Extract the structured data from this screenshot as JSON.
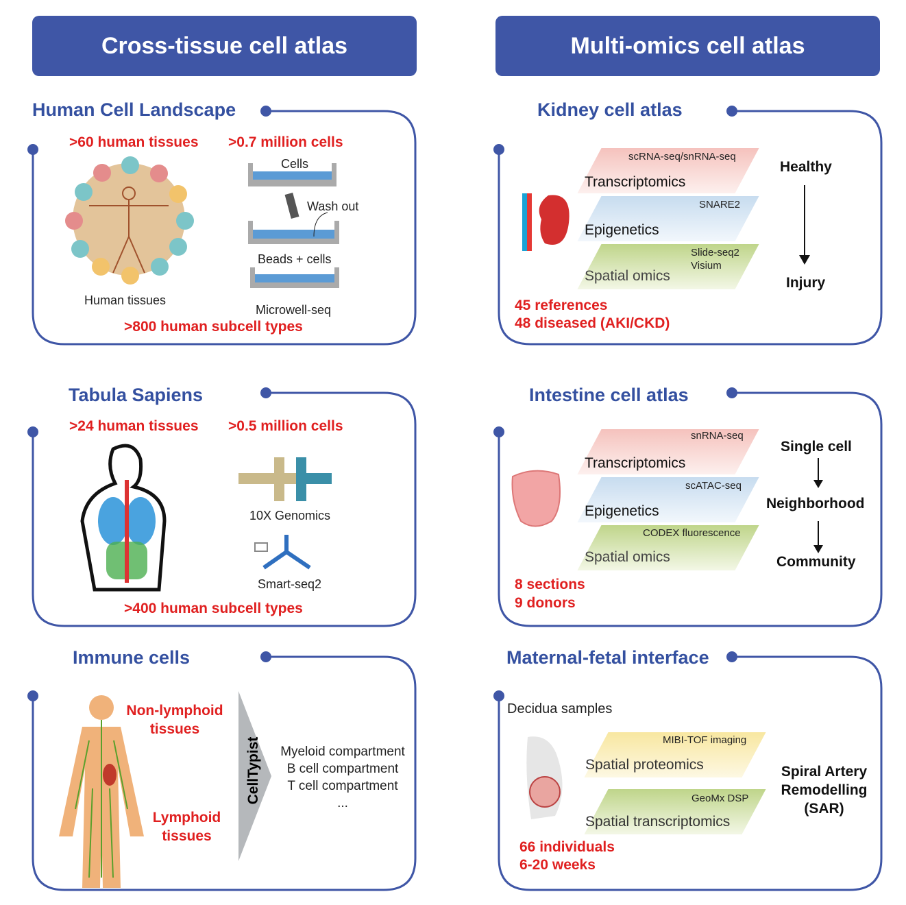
{
  "headers": {
    "left": "Cross-tissue cell atlas",
    "right": "Multi-omics cell atlas"
  },
  "hcl": {
    "title": "Human Cell Landscape",
    "tissues": ">60 human tissues",
    "cells": ">0.7 million cells",
    "step_cells": "Cells",
    "wash": "Wash out",
    "beads": "Beads + cells",
    "method": "Microwell-seq",
    "human_tissues": "Human tissues",
    "subtypes": ">800 human subcell types"
  },
  "ts": {
    "title": "Tabula Sapiens",
    "tissues": ">24 human tissues",
    "cells": ">0.5 million cells",
    "tenx": "10X Genomics",
    "smart": "Smart-seq2",
    "subtypes": ">400 human subcell types"
  },
  "immune": {
    "title": "Immune cells",
    "nonlymph": "Non-lymphoid tissues",
    "lymph": "Lymphoid tissues",
    "tool": "CellTypist",
    "comps": [
      "Myeloid compartment",
      "B cell compartment",
      "T cell compartment",
      "..."
    ]
  },
  "kidney": {
    "title": "Kidney cell atlas",
    "layers": [
      {
        "name": "Transcriptomics",
        "tech": "scRNA-seq/snRNA-seq"
      },
      {
        "name": "Epigenetics",
        "tech": "SNARE2"
      },
      {
        "name": "Spatial omics",
        "tech": "Slide-seq2",
        "tech2": "Visium"
      }
    ],
    "from": "Healthy",
    "to": "Injury",
    "stats": [
      "45 references",
      "48 diseased (AKI/CKD)"
    ]
  },
  "intestine": {
    "title": "Intestine cell atlas",
    "layers": [
      {
        "name": "Transcriptomics",
        "tech": "snRNA-seq"
      },
      {
        "name": "Epigenetics",
        "tech": "scATAC-seq"
      },
      {
        "name": "Spatial omics",
        "tech": "CODEX fluorescence"
      }
    ],
    "levels": [
      "Single cell",
      "Neighborhood",
      "Community"
    ],
    "stats": [
      "8 sections",
      "9 donors"
    ]
  },
  "mfi": {
    "title": "Maternal-fetal interface",
    "samples": "Decidua samples",
    "layers": [
      {
        "name": "Spatial proteomics",
        "tech": "MIBI-TOF imaging"
      },
      {
        "name": "Spatial transcriptomics",
        "tech": "GeoMx DSP"
      }
    ],
    "outcome": [
      "Spiral Artery",
      "Remodelling",
      "(SAR)"
    ],
    "stats": [
      "66 individuals",
      "6-20 weeks"
    ]
  },
  "colors": {
    "header": "#3f56a6",
    "frame": "#3f56a6",
    "accent": "#e02020"
  }
}
